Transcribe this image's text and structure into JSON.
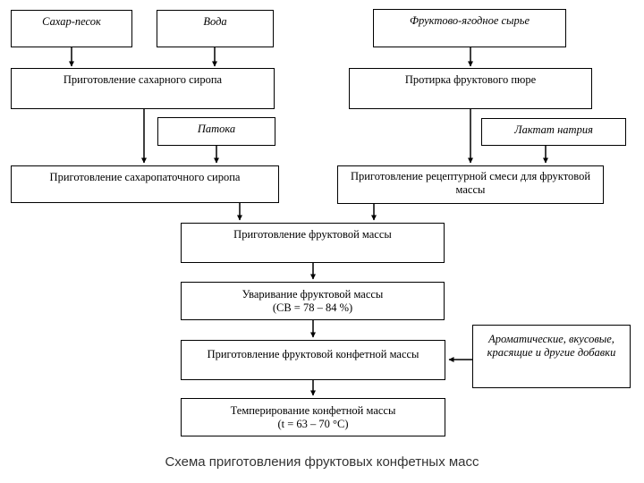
{
  "diagram": {
    "caption": "Схема приготовления фруктовых конфетных масс",
    "colors": {
      "line": "#000000",
      "background": "#ffffff",
      "caption_text": "#333333"
    },
    "nodes": {
      "sugar": "Сахар-песок",
      "water": "Вода",
      "fruit_raw": "Фруктово-ягодное сырье",
      "sugar_syrup_prep": "Приготовление сахарного сиропа",
      "puree_rub": "Протирка фруктового пюре",
      "molasses": "Патока",
      "sodium_lactate": "Лактат натрия",
      "sugar_molasses_syrup": "Приготовление сахаропаточного сиропа",
      "recipe_mix": "Приготовление рецептурной смеси для фруктовой\nмассы",
      "fruit_mass_prep": "Приготовление фруктовой массы",
      "boiling": "Уваривание фруктовой массы\n(СВ = 78 – 84 %)",
      "candy_mass_prep": "Приготовление фруктовой конфетной массы",
      "additives": "Ароматические, вкусовые,\nкрасящие и другие добавки",
      "tempering": "Темперирование конфетной массы\n(t = 63 – 70 °C)"
    }
  }
}
